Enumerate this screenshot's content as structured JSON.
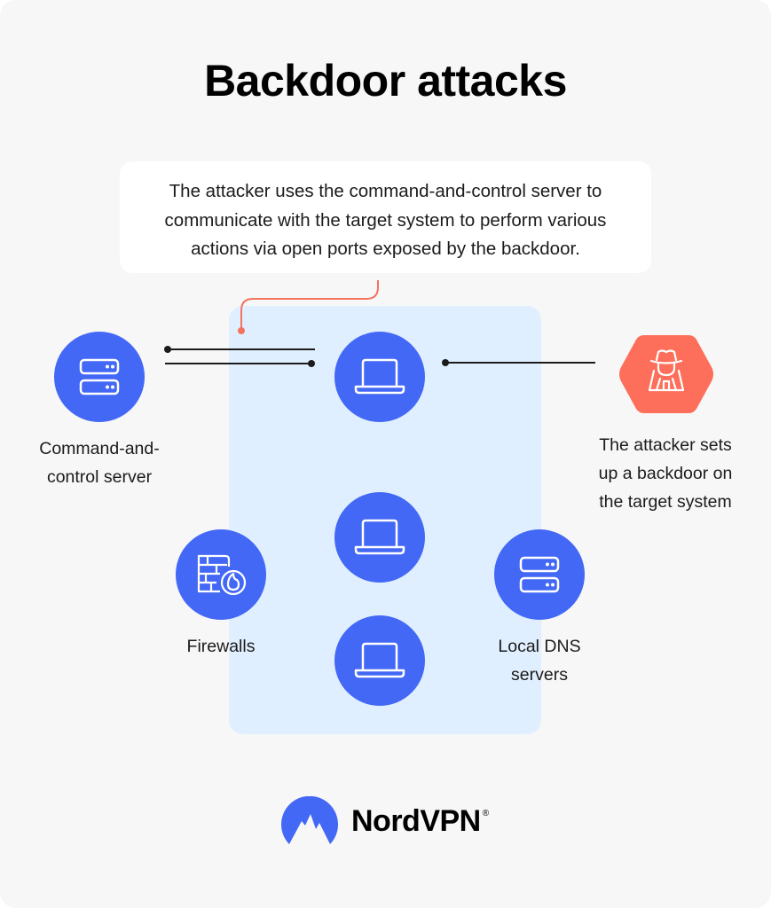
{
  "title": "Backdoor attacks",
  "callout": {
    "lines": [
      "The attacker uses the command-and-control server to",
      "communicate with the target system to perform various",
      "actions via open ports exposed by the backdoor."
    ]
  },
  "nodes": {
    "c2_server": {
      "label_lines": [
        "Command-and-",
        "control server"
      ],
      "icon": "server-icon"
    },
    "target_laptop": {
      "icon": "laptop-icon"
    },
    "attacker": {
      "label_lines": [
        "The attacker sets",
        "up a backdoor on",
        "the target system"
      ],
      "icon": "spy-icon"
    },
    "laptop_2": {
      "icon": "laptop-icon"
    },
    "laptop_3": {
      "icon": "laptop-icon"
    },
    "firewalls": {
      "label_lines": [
        "Firewalls"
      ],
      "icon": "firewall-icon"
    },
    "dns": {
      "label_lines": [
        "Local DNS",
        "servers"
      ],
      "icon": "server-icon"
    }
  },
  "brand": {
    "name": "NordVPN",
    "reg": "®"
  },
  "colors": {
    "background": "#f7f7f7",
    "panel": "#e0efff",
    "node_blue": "#4368f6",
    "attacker_orange": "#fd6f5a",
    "connector_orange": "#f5735e",
    "line": "#1b1b1b"
  }
}
